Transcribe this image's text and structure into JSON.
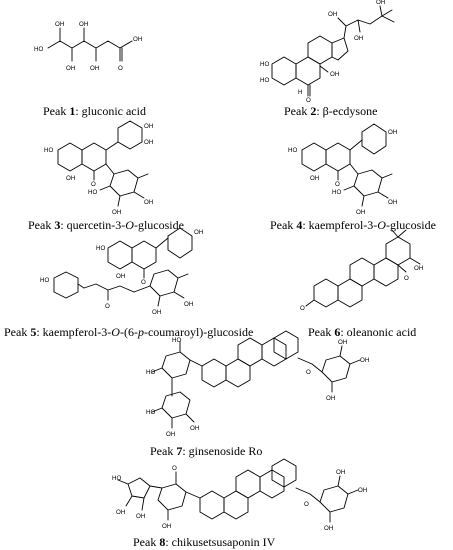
{
  "compounds": [
    {
      "peak_label": "Peak",
      "number": "1",
      "name": ": gluconic acid"
    },
    {
      "peak_label": "Peak",
      "number": "2",
      "name": ": β-ecdysone"
    },
    {
      "peak_label": "Peak",
      "number": "3",
      "name_a": ": quercetin-3-",
      "italic": "O",
      "name_b": "-glucoside"
    },
    {
      "peak_label": "Peak",
      "number": "4",
      "name_a": ": kaempferol-3-",
      "italic": "O",
      "name_b": "-glucoside"
    },
    {
      "peak_label": "Peak",
      "number": "5",
      "name_a": ": kaempferol-3-",
      "italic": "O",
      "name_b": "-(6-",
      "italic2": "p",
      "name_c": "-coumaroyl)-glucoside"
    },
    {
      "peak_label": "Peak",
      "number": "6",
      "name": ": oleanonic acid"
    },
    {
      "peak_label": "Peak",
      "number": "7",
      "name": ": ginsenoside Ro"
    },
    {
      "peak_label": "Peak",
      "number": "8",
      "name": ": chikusetsusaponin IV"
    }
  ],
  "atom_labels": {
    "oh": "OH",
    "ho": "HO",
    "o": "O",
    "h": "H"
  }
}
